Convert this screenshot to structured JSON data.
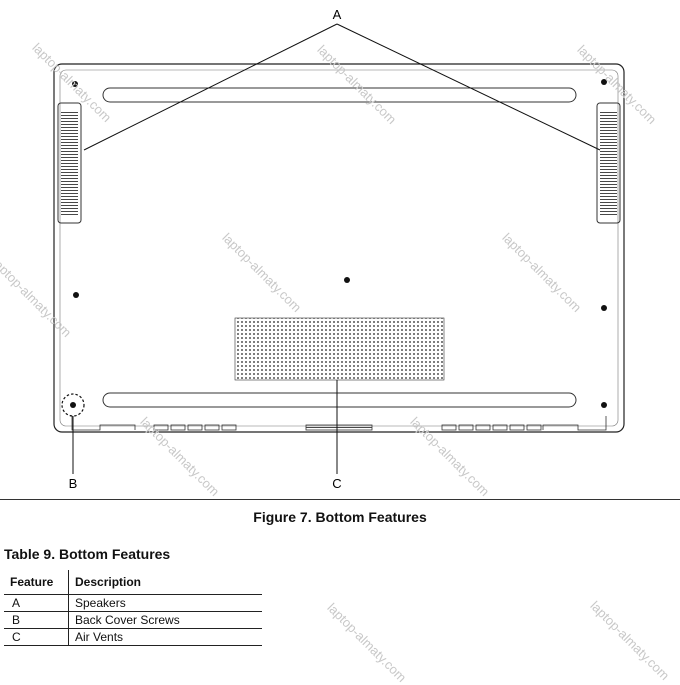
{
  "figure": {
    "callouts": {
      "a": "A",
      "b": "B",
      "c": "C"
    },
    "caption": "Figure 7.  Bottom Features"
  },
  "table": {
    "title": "Table 9.  Bottom Features",
    "headers": {
      "feature": "Feature",
      "description": "Description"
    },
    "rows": [
      {
        "feature": "A",
        "description": "Speakers"
      },
      {
        "feature": "B",
        "description": "Back Cover Screws"
      },
      {
        "feature": "C",
        "description": "Air Vents"
      }
    ]
  },
  "watermark": "laptop-almaty.com"
}
